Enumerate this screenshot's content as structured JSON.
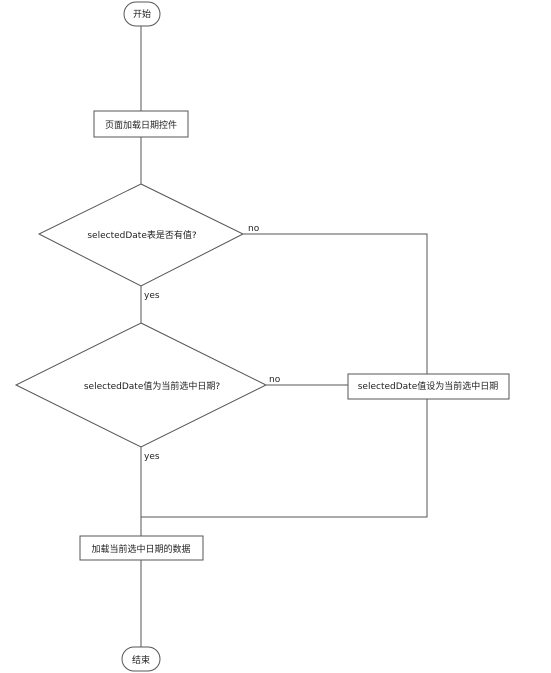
{
  "diagram": {
    "nodes": {
      "start": "开始",
      "load_control": "页面加载日期控件",
      "decision_has_value": "selectedDate表是否有值?",
      "decision_is_current": "selectedDate值为当前选中日期?",
      "set_current": "selectedDate值设为当前选中日期",
      "load_data": "加载当前选中日期的数据",
      "end": "结束"
    },
    "edge_labels": {
      "has_value_no": "no",
      "has_value_yes": "yes",
      "is_current_no": "no",
      "is_current_yes": "yes"
    },
    "colors": {
      "stroke": "#555555",
      "background": "#ffffff",
      "text": "#222222"
    }
  }
}
